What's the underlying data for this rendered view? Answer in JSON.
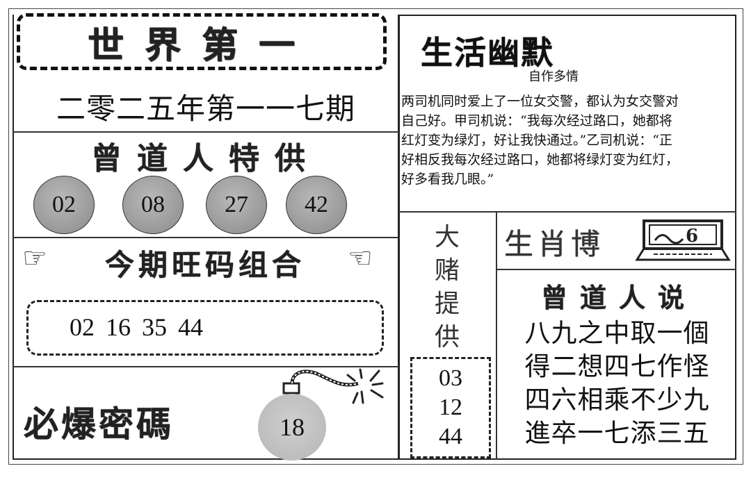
{
  "headline": {
    "title": "世界第一",
    "issue": "二零二五年第一一七期"
  },
  "special_pick": {
    "heading": "曾道人特供",
    "balls": [
      "02",
      "08",
      "27",
      "42"
    ]
  },
  "hot_combo": {
    "heading": "今期旺码组合",
    "left_icon": "pointing-hand-right-icon",
    "right_icon": "pointing-hand-left-icon",
    "numbers": [
      "02",
      "16",
      "35",
      "44"
    ]
  },
  "must_hit": {
    "heading": "必爆密碼",
    "number": "18",
    "icon": "bomb-icon"
  },
  "humor": {
    "heading": "生活幽默",
    "subtitle": "自作多情",
    "lines": [
      "两司机同时爱上了一位女交警，都认为女交警对",
      "自己好。甲司机说：“我每次经过路口，她都将",
      "红灯变为绿灯，好让我快通过。”乙司机说：“正",
      "好相反我每次经过路口，她都将绿灯变为红灯，",
      "好多看我几眼。”"
    ]
  },
  "big_bet": {
    "vertical_heading": [
      "大",
      "赌",
      "提",
      "供"
    ],
    "numbers": [
      "03",
      "12",
      "44"
    ]
  },
  "zodiac": {
    "heading": "生肖博",
    "icon": "computer-icon"
  },
  "master_saying": {
    "heading": "曾道人说",
    "lines": [
      "八九之中取一個",
      "得二想四七作怪",
      "四六相乘不少九",
      "進卒一七添三五"
    ]
  }
}
